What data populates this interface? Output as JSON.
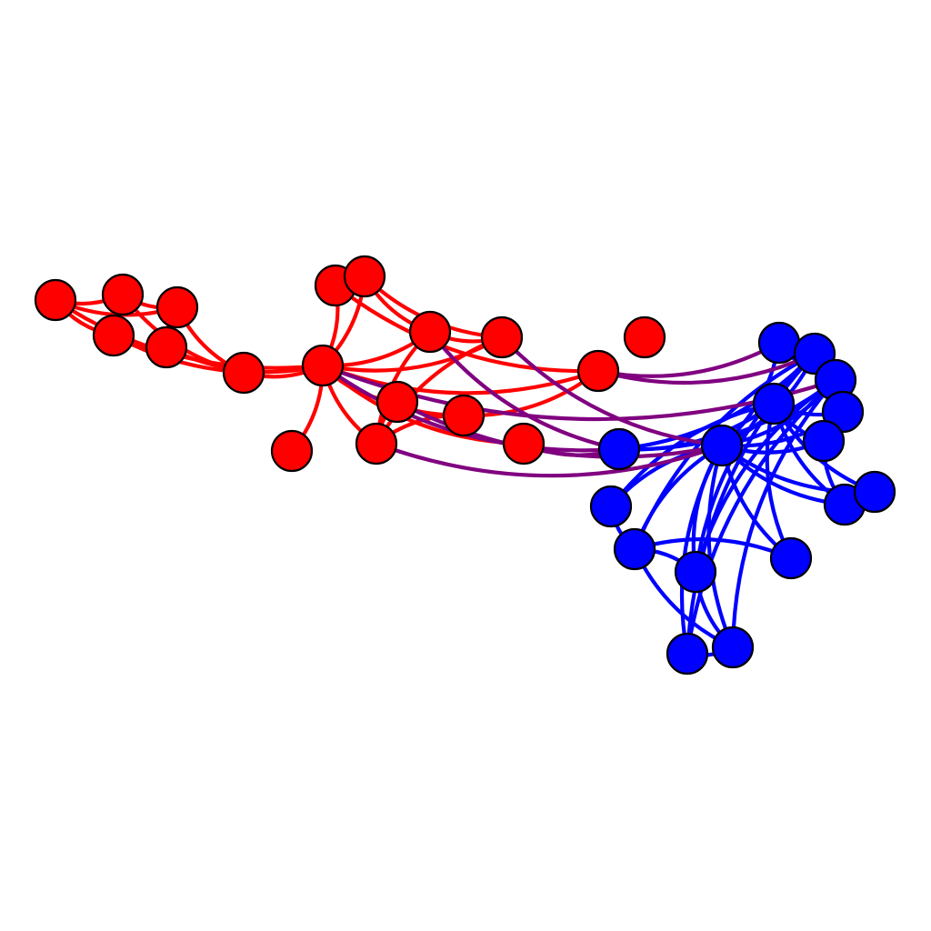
{
  "diagram": {
    "type": "network-graph",
    "groups": {
      "red": {
        "node_color": "#ff0000",
        "edge_color": "#ff0000"
      },
      "blue": {
        "node_color": "#0000ff",
        "edge_color": "#0000ff"
      },
      "cross": {
        "edge_color": "#800080"
      }
    },
    "node_count": 34,
    "node_groups": [
      "red",
      "red",
      "red",
      "red",
      "red",
      "red",
      "red",
      "red",
      "red",
      "red",
      "red",
      "red",
      "red",
      "red",
      "red",
      "red",
      "red",
      "red",
      "blue",
      "blue",
      "blue",
      "blue",
      "blue",
      "blue",
      "blue",
      "blue",
      "blue",
      "blue",
      "blue",
      "blue",
      "blue",
      "blue",
      "blue",
      "blue"
    ],
    "edges": [
      [
        0,
        1
      ],
      [
        0,
        2
      ],
      [
        0,
        3
      ],
      [
        1,
        2
      ],
      [
        3,
        4
      ],
      [
        2,
        4
      ],
      [
        1,
        5
      ],
      [
        2,
        5
      ],
      [
        3,
        7
      ],
      [
        4,
        7
      ],
      [
        6,
        7
      ],
      [
        5,
        7
      ],
      [
        0,
        7
      ],
      [
        7,
        8
      ],
      [
        7,
        9
      ],
      [
        7,
        10
      ],
      [
        7,
        11
      ],
      [
        7,
        12
      ],
      [
        7,
        13
      ],
      [
        7,
        14
      ],
      [
        7,
        15
      ],
      [
        7,
        16
      ],
      [
        8,
        16
      ],
      [
        9,
        11
      ],
      [
        9,
        10
      ],
      [
        10,
        11
      ],
      [
        12,
        13
      ],
      [
        13,
        14
      ],
      [
        13,
        16
      ],
      [
        11,
        14
      ],
      [
        10,
        14
      ],
      [
        8,
        9
      ],
      [
        12,
        14
      ],
      [
        18,
        20
      ],
      [
        18,
        23
      ],
      [
        19,
        23
      ],
      [
        19,
        28
      ],
      [
        19,
        24
      ],
      [
        19,
        25
      ],
      [
        19,
        26
      ],
      [
        19,
        27
      ],
      [
        19,
        30
      ],
      [
        19,
        31
      ],
      [
        19,
        21
      ],
      [
        19,
        22
      ],
      [
        19,
        29
      ],
      [
        19,
        32
      ],
      [
        19,
        33
      ],
      [
        20,
        24
      ],
      [
        20,
        25
      ],
      [
        20,
        26
      ],
      [
        20,
        27
      ],
      [
        20,
        28
      ],
      [
        20,
        30
      ],
      [
        25,
        26
      ],
      [
        31,
        33
      ],
      [
        30,
        31
      ],
      [
        22,
        23
      ],
      [
        22,
        29
      ],
      [
        22,
        32
      ],
      [
        23,
        29
      ],
      [
        23,
        32
      ],
      [
        23,
        33
      ],
      [
        29,
        33
      ],
      [
        32,
        33
      ],
      [
        21,
        23
      ],
      [
        28,
        31
      ],
      [
        29,
        31
      ],
      [
        22,
        31
      ],
      [
        18,
        22
      ],
      [
        7,
        18
      ],
      [
        7,
        23
      ],
      [
        11,
        19
      ],
      [
        12,
        19
      ],
      [
        16,
        21
      ],
      [
        16,
        22
      ],
      [
        15,
        18
      ],
      [
        10,
        18
      ],
      [
        14,
        19
      ]
    ]
  }
}
